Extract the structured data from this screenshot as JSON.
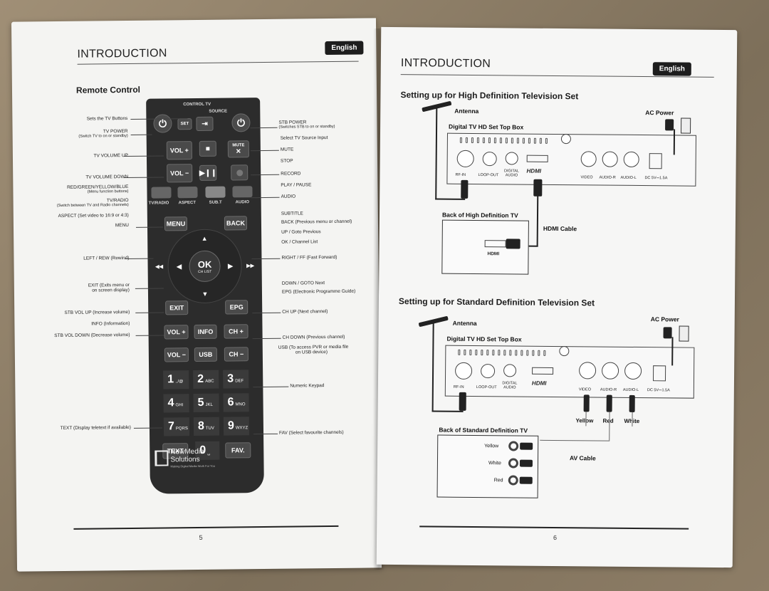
{
  "left_page": {
    "title": "INTRODUCTION",
    "badge": "English",
    "section": "Remote Control",
    "page_number": "5",
    "remote": {
      "header": "CONTROL TV",
      "source_label": "SOURCE",
      "buttons": {
        "set": "SET",
        "vol_plus": "VOL +",
        "vol_minus": "VOL −",
        "mute": "MUTE",
        "tv_radio": "TV/RADIO",
        "aspect": "ASPECT",
        "subt": "SUB.T",
        "audio": "AUDIO",
        "menu": "MENU",
        "back": "BACK",
        "ok": "OK",
        "ch_list": "CH LIST",
        "exit": "EXIT",
        "epg": "EPG",
        "stb_vol_plus": "VOL +",
        "info": "INFO",
        "ch_plus": "CH +",
        "stb_vol_minus": "VOL −",
        "usb": "USB",
        "ch_minus": "CH −",
        "text": "TEXT",
        "fav": "FAV."
      },
      "keypad": [
        {
          "n": "1",
          "s": ".,/@"
        },
        {
          "n": "2",
          "s": "ABC"
        },
        {
          "n": "3",
          "s": "DEF"
        },
        {
          "n": "4",
          "s": "GHI"
        },
        {
          "n": "5",
          "s": "JKL"
        },
        {
          "n": "6",
          "s": "MNO"
        },
        {
          "n": "7",
          "s": "PQRS"
        },
        {
          "n": "8",
          "s": "TUV"
        },
        {
          "n": "9",
          "s": "WXYZ"
        }
      ],
      "zero": {
        "n": "0",
        "s": "␣"
      },
      "logo_line1": "NewMedia",
      "logo_line2": "Solutions",
      "logo_tag": "Making Digital Media Work For You"
    },
    "annotations_left": {
      "sets_tv": "Sets the TV Buttons",
      "tv_power": "TV POWER",
      "tv_power_sub": "(Switch TV to on or standby)",
      "tv_vol_up": "TV VOLUME UP",
      "tv_vol_down": "TV VOLUME DOWN",
      "rgyb": "RED/GREEN/YELLOW/BLUE",
      "rgyb_sub": "(Menu function buttons)",
      "tvradio": "TV/RADIO",
      "tvradio_sub": "(Switch between TV and Radio channels)",
      "aspect": "ASPECT (Set video to 16:9 or 4:3)",
      "menu": "MENU",
      "left_rew": "LEFT / REW (Rewind)",
      "exit": "EXIT (Exits menu or",
      "exit_sub": "on screen display)",
      "stb_vol_up": "STB VOL UP (Increase volume)",
      "info": "INFO (Information)",
      "stb_vol_down": "STB VOL DOWN (Decrease volume)",
      "text": "TEXT (Display teletext if available)"
    },
    "annotations_right": {
      "stb_power": "STB POWER",
      "stb_power_sub": "(Switches STB to on or standby)",
      "select_source": "Select TV Source Input",
      "mute": "MUTE",
      "stop": "STOP",
      "record": "RECORD",
      "play_pause": "PLAY / PAUSE",
      "audio": "AUDIO",
      "subtitle": "SUBTITLE",
      "back": "BACK (Previous menu or channel)",
      "up_goto": "UP / Goto Previous",
      "ok_list": "OK / Channel List",
      "right_ff": "RIGHT / FF (Fast Forward)",
      "down_goto": "DOWN / GOTO Next",
      "epg": "EPG (Electronic Programme Guide)",
      "ch_up": "CH UP (Next channel)",
      "ch_down": "CH DOWN (Previous channel)",
      "usb": "USB (To access PVR or media file",
      "usb_sub": "on USB device)",
      "numeric": "Numeric Keypad",
      "fav": "FAV (Select favourite channels)"
    }
  },
  "right_page": {
    "title": "INTRODUCTION",
    "badge": "English",
    "page_number": "6",
    "hd": {
      "heading": "Setting up for High Definition Television Set",
      "antenna": "Antenna",
      "ac_power": "AC Power",
      "stb_label": "Digital TV HD Set Top Box",
      "ports": [
        "RF-IN",
        "LOOP-OUT",
        "DIGITAL AUDIO",
        "VIDEO",
        "AUDIO-R",
        "AUDIO-L",
        "DC 5V⎓1.5A"
      ],
      "hdmi_logo": "HDMI",
      "tv_label": "Back of High Definition TV",
      "tv_port": "HDMI",
      "cable": "HDMI Cable"
    },
    "sd": {
      "heading": "Setting up for Standard Definition Television Set",
      "antenna": "Antenna",
      "ac_power": "AC Power",
      "stb_label": "Digital TV HD Set Top Box",
      "ports": [
        "RF-IN",
        "LOOP-OUT",
        "DIGITAL AUDIO",
        "VIDEO",
        "AUDIO-R",
        "AUDIO-L",
        "DC 5V⎓1.5A"
      ],
      "hdmi_logo": "HDMI",
      "cable_colors": [
        "Yellow",
        "Red",
        "White"
      ],
      "tv_label": "Back of Standard Definition TV",
      "tv_inputs": [
        "Yellow",
        "White",
        "Red"
      ],
      "cable": "AV Cable"
    }
  },
  "colors": {
    "page": "#f4f4f2",
    "remote": "#2c2c2c",
    "badge": "#1d1d1d",
    "table": "#8a7c66"
  }
}
